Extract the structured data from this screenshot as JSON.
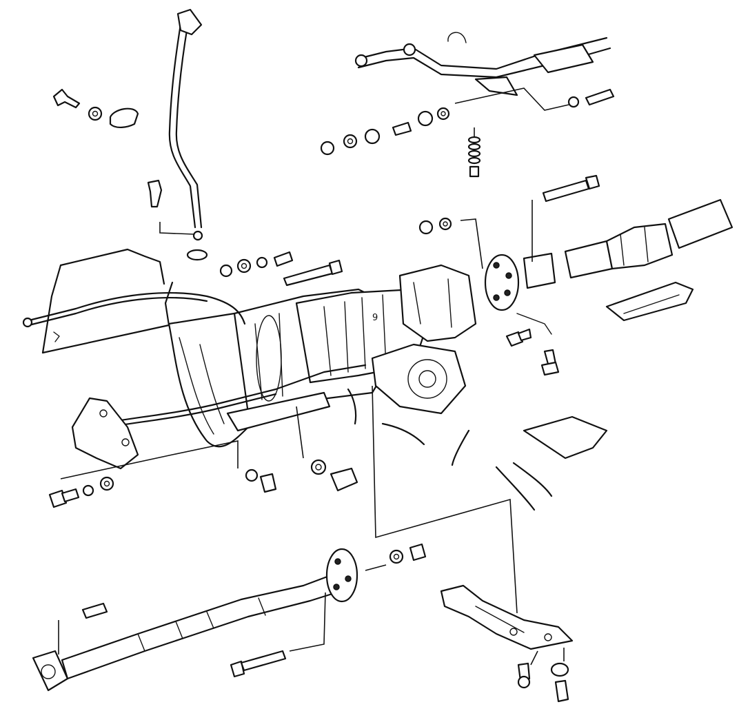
{
  "diagram": {
    "reference_mark": "9",
    "components": [
      "transmission-assembly",
      "transfer-case",
      "front-propeller-shaft",
      "rear-propeller-shaft",
      "dipstick-tube",
      "transmission-crossmember",
      "exhaust-pipe",
      "heat-shield"
    ]
  }
}
